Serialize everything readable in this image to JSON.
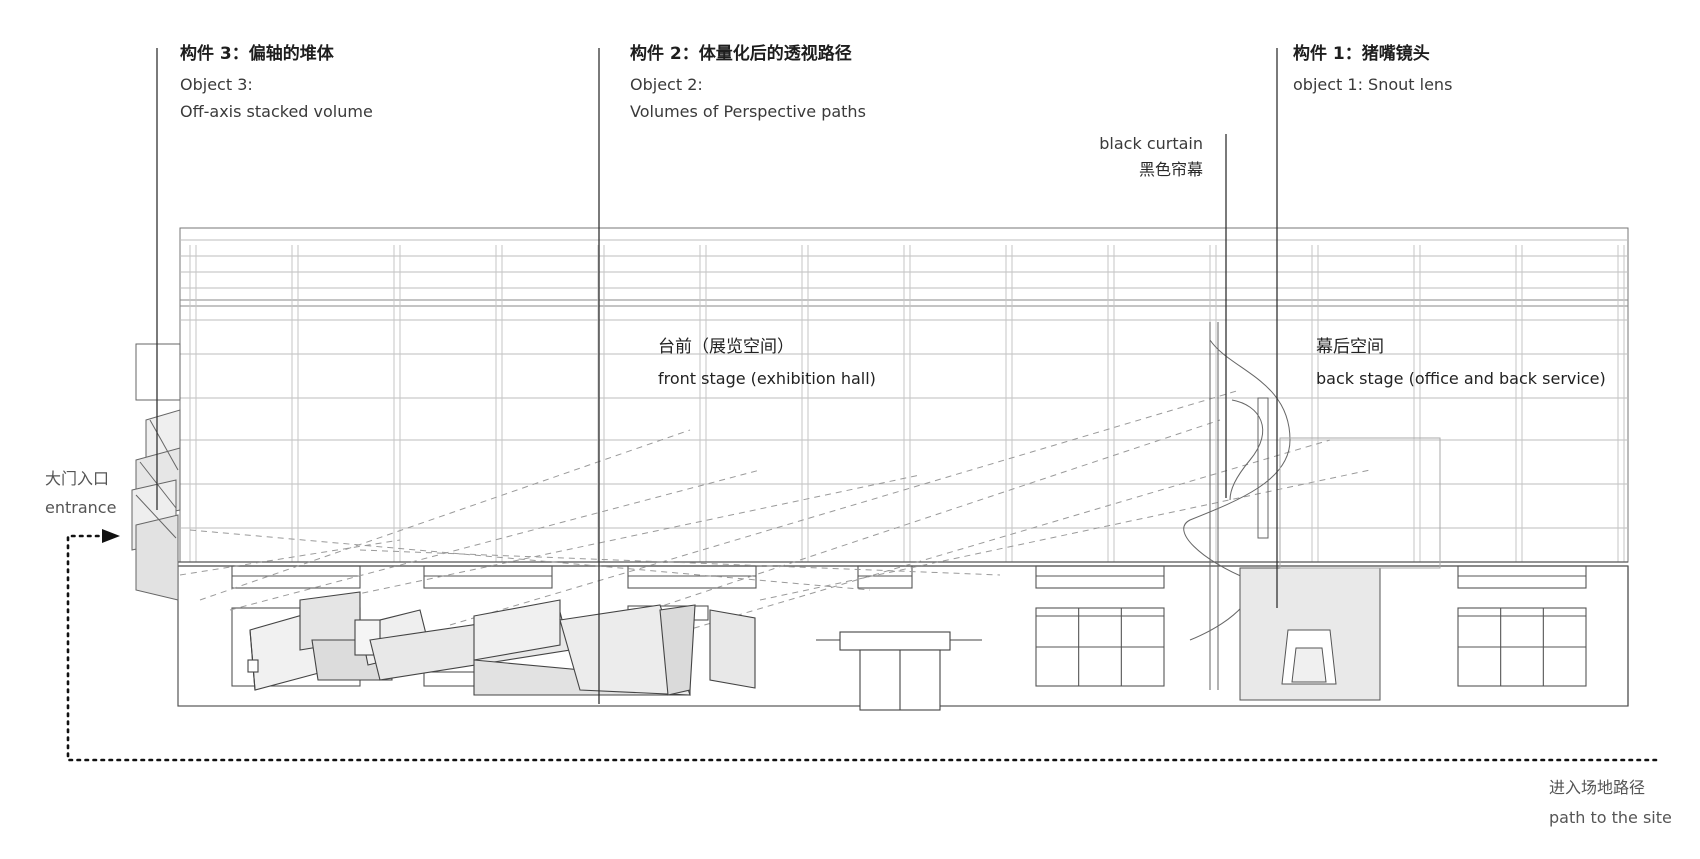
{
  "callouts": {
    "object3": {
      "zh": "构件 3：偏轴的堆体",
      "en1": "Object 3:",
      "en2": "Off-axis stacked volume"
    },
    "object2": {
      "zh": "构件 2：体量化后的透视路径",
      "en1": "Object 2:",
      "en2": "Volumes of Perspective paths"
    },
    "object1": {
      "zh": "构件 1：猪嘴镜头",
      "en1": "object 1: Snout lens"
    },
    "curtain": {
      "en": "black curtain",
      "zh": "黑色帘幕"
    }
  },
  "zones": {
    "front": {
      "zh": "台前（展览空间）",
      "en": "front stage (exhibition hall)"
    },
    "back": {
      "zh": "幕后空间",
      "en": "back stage (office and back service)"
    }
  },
  "entrance": {
    "zh": "大门入口",
    "en": "entrance"
  },
  "path": {
    "zh": "进入场地路径",
    "en": "path to the site"
  },
  "colors": {
    "line": "#4a4a4a",
    "faint": "#b9b9b9",
    "fill": "#e8e8e8",
    "path": "#111111"
  }
}
